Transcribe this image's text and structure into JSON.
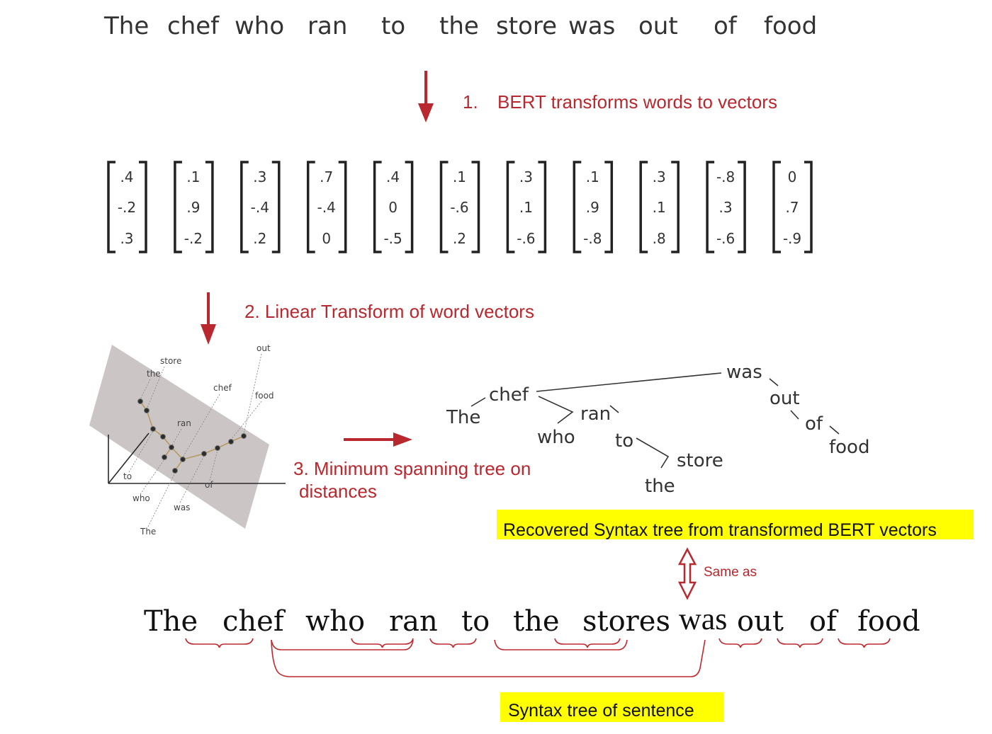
{
  "sentence_top": {
    "words": [
      "The",
      "chef",
      "who",
      "ran",
      "to",
      "the",
      "store",
      "was",
      "out",
      "of",
      "food"
    ]
  },
  "step1": {
    "number": "1.",
    "label": "BERT transforms words to vectors"
  },
  "vectors": [
    [
      ".4",
      "-.2",
      ".3"
    ],
    [
      ".1",
      ".9",
      "-.2"
    ],
    [
      ".3",
      "-.4",
      ".2"
    ],
    [
      ".7",
      "-.4",
      "0"
    ],
    [
      ".4",
      "0",
      "-.5"
    ],
    [
      ".1",
      "-.6",
      ".2"
    ],
    [
      ".3",
      ".1",
      "-.6"
    ],
    [
      ".1",
      ".9",
      "-.8"
    ],
    [
      ".3",
      ".1",
      ".8"
    ],
    [
      "-.8",
      ".3",
      "-.6"
    ],
    [
      "0",
      ".7",
      "-.9"
    ]
  ],
  "step2": {
    "label": "2. Linear Transform of word vectors"
  },
  "projection_plot": {
    "point_labels": [
      "out",
      "store",
      "the",
      "chef",
      "food",
      "ran",
      "to",
      "of",
      "who",
      "was",
      "The"
    ]
  },
  "step3": {
    "lines": [
      "3. Minimum spanning tree on",
      "distances"
    ]
  },
  "recovered_tree": {
    "words": [
      "was",
      "chef",
      "The",
      "out",
      "ran",
      "who",
      "of",
      "to",
      "food",
      "store",
      "the"
    ],
    "caption": "Recovered Syntax tree from transformed BERT vectors"
  },
  "equivalence": {
    "label": "Same as"
  },
  "sentence_bottom": {
    "words": [
      "The",
      "chef",
      "who",
      "ran",
      "to",
      "the",
      "stores",
      "was",
      "out",
      "of",
      "food"
    ],
    "caption": "Syntax tree of sentence"
  },
  "colors": {
    "accent_red": "#b8282e",
    "highlight_yellow": "#ffff00",
    "plane_grey": "#cbc5c6"
  }
}
